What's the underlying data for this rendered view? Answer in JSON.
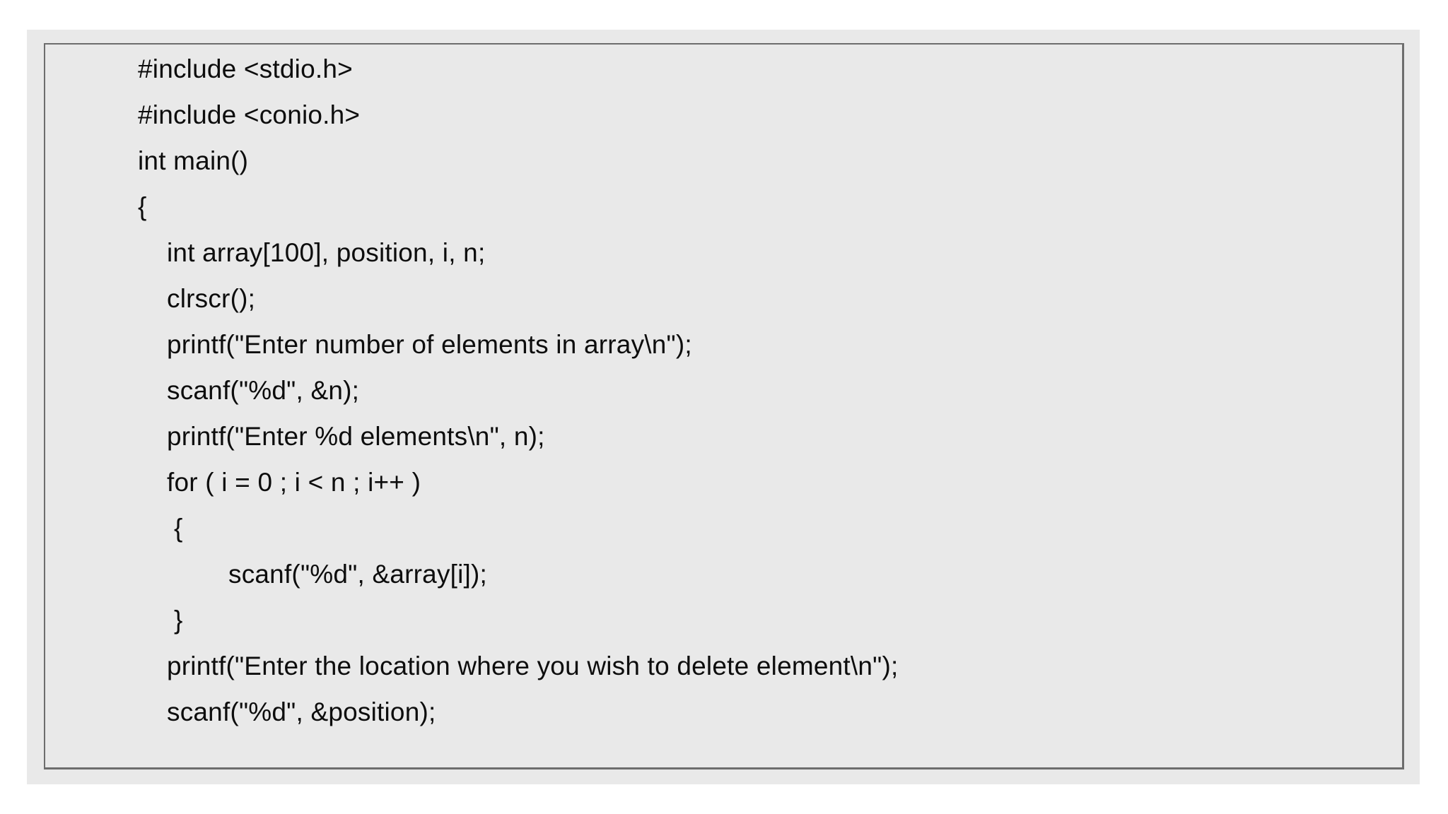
{
  "page": {
    "background_color": "#ffffff",
    "panel_color": "#e9e9e9",
    "border_color": "#6d6d6d",
    "text_color": "#0d0d0d"
  },
  "code": {
    "language": "c",
    "lines": [
      {
        "indent": 0,
        "text": "#include <stdio.h>"
      },
      {
        "indent": 0,
        "text": "#include <conio.h>"
      },
      {
        "indent": 0,
        "text": "int main()"
      },
      {
        "indent": 0,
        "text": "{"
      },
      {
        "indent": 1,
        "text": "int array[100], position, i, n;"
      },
      {
        "indent": 1,
        "text": "clrscr();"
      },
      {
        "indent": 1,
        "text": "printf(\"Enter number of elements in array\\n\");"
      },
      {
        "indent": 1,
        "text": "scanf(\"%d\", &n);"
      },
      {
        "indent": 1,
        "text": "printf(\"Enter %d elements\\n\", n);"
      },
      {
        "indent": 1,
        "text": "for ( i = 0 ; i < n ; i++ )"
      },
      {
        "indent": 2,
        "text": "{"
      },
      {
        "indent": 3,
        "text": "scanf(\"%d\", &array[i]);"
      },
      {
        "indent": 2,
        "text": "}"
      },
      {
        "indent": 1,
        "text": "printf(\"Enter the location where you wish to delete element\\n\");"
      },
      {
        "indent": 1,
        "text": "scanf(\"%d\", &position);"
      }
    ]
  }
}
